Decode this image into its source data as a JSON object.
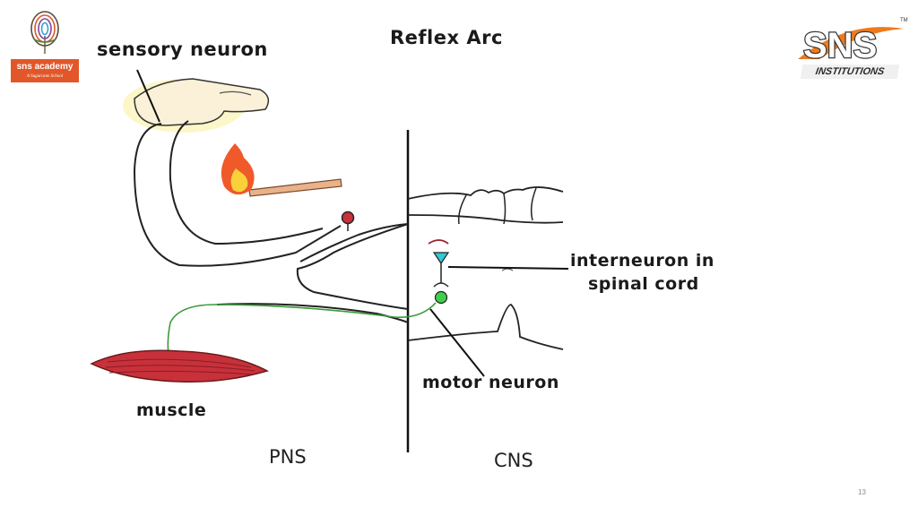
{
  "slide": {
    "title": "Reflex Arc",
    "page_number": "13"
  },
  "labels": {
    "sensory_neuron": "sensory neuron",
    "interneuron_line1": "interneuron in",
    "interneuron_line2": "spinal cord",
    "motor_neuron": "motor neuron",
    "muscle": "muscle",
    "pns": "PNS",
    "cns": "CNS"
  },
  "logos": {
    "left": {
      "name": "sns academy",
      "tagline": "A Sugarcane School",
      "icon": "fingerprint-tree-icon"
    },
    "right": {
      "name": "SNS",
      "subtitle": "INSTITUTIONS",
      "trademark": "TM"
    }
  },
  "colors": {
    "accent_orange": "#e2572a",
    "interneuron": "#34c7d4",
    "motor_neuron": "#3fcf4a",
    "sensory_cell": "#c8323a",
    "muscle": "#c8313a",
    "flame": "#f0592a"
  }
}
